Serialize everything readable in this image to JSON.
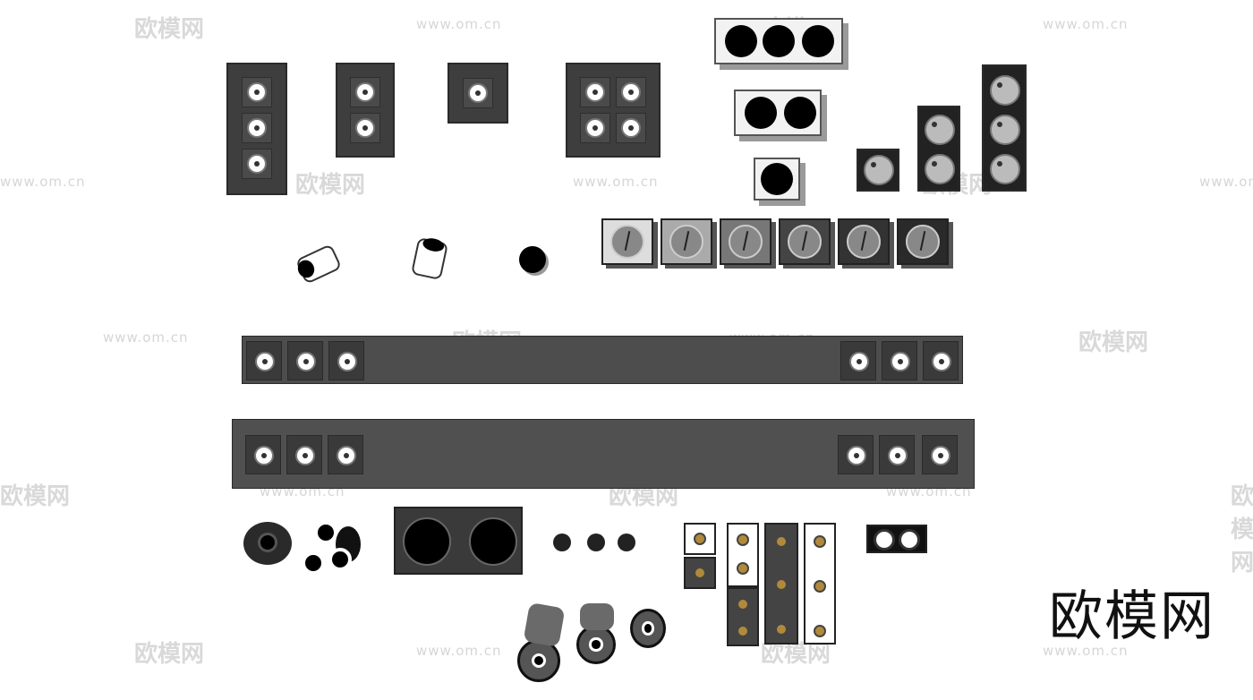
{
  "watermark": {
    "url_text": "www.om.cn",
    "logo_text": "欧模网"
  },
  "brand": {
    "logo_text": "欧模网"
  },
  "colors": {
    "background": "#ffffff",
    "panel_dark": "#3e3e3e",
    "lamp_white": "#ffffff",
    "watermark_gray": "#d6d6d6",
    "gold_fixture": "#b08a3a"
  },
  "icons": [
    "downlight-icon",
    "spotlight-icon",
    "track-bar-icon",
    "recessed-grille-icon"
  ]
}
